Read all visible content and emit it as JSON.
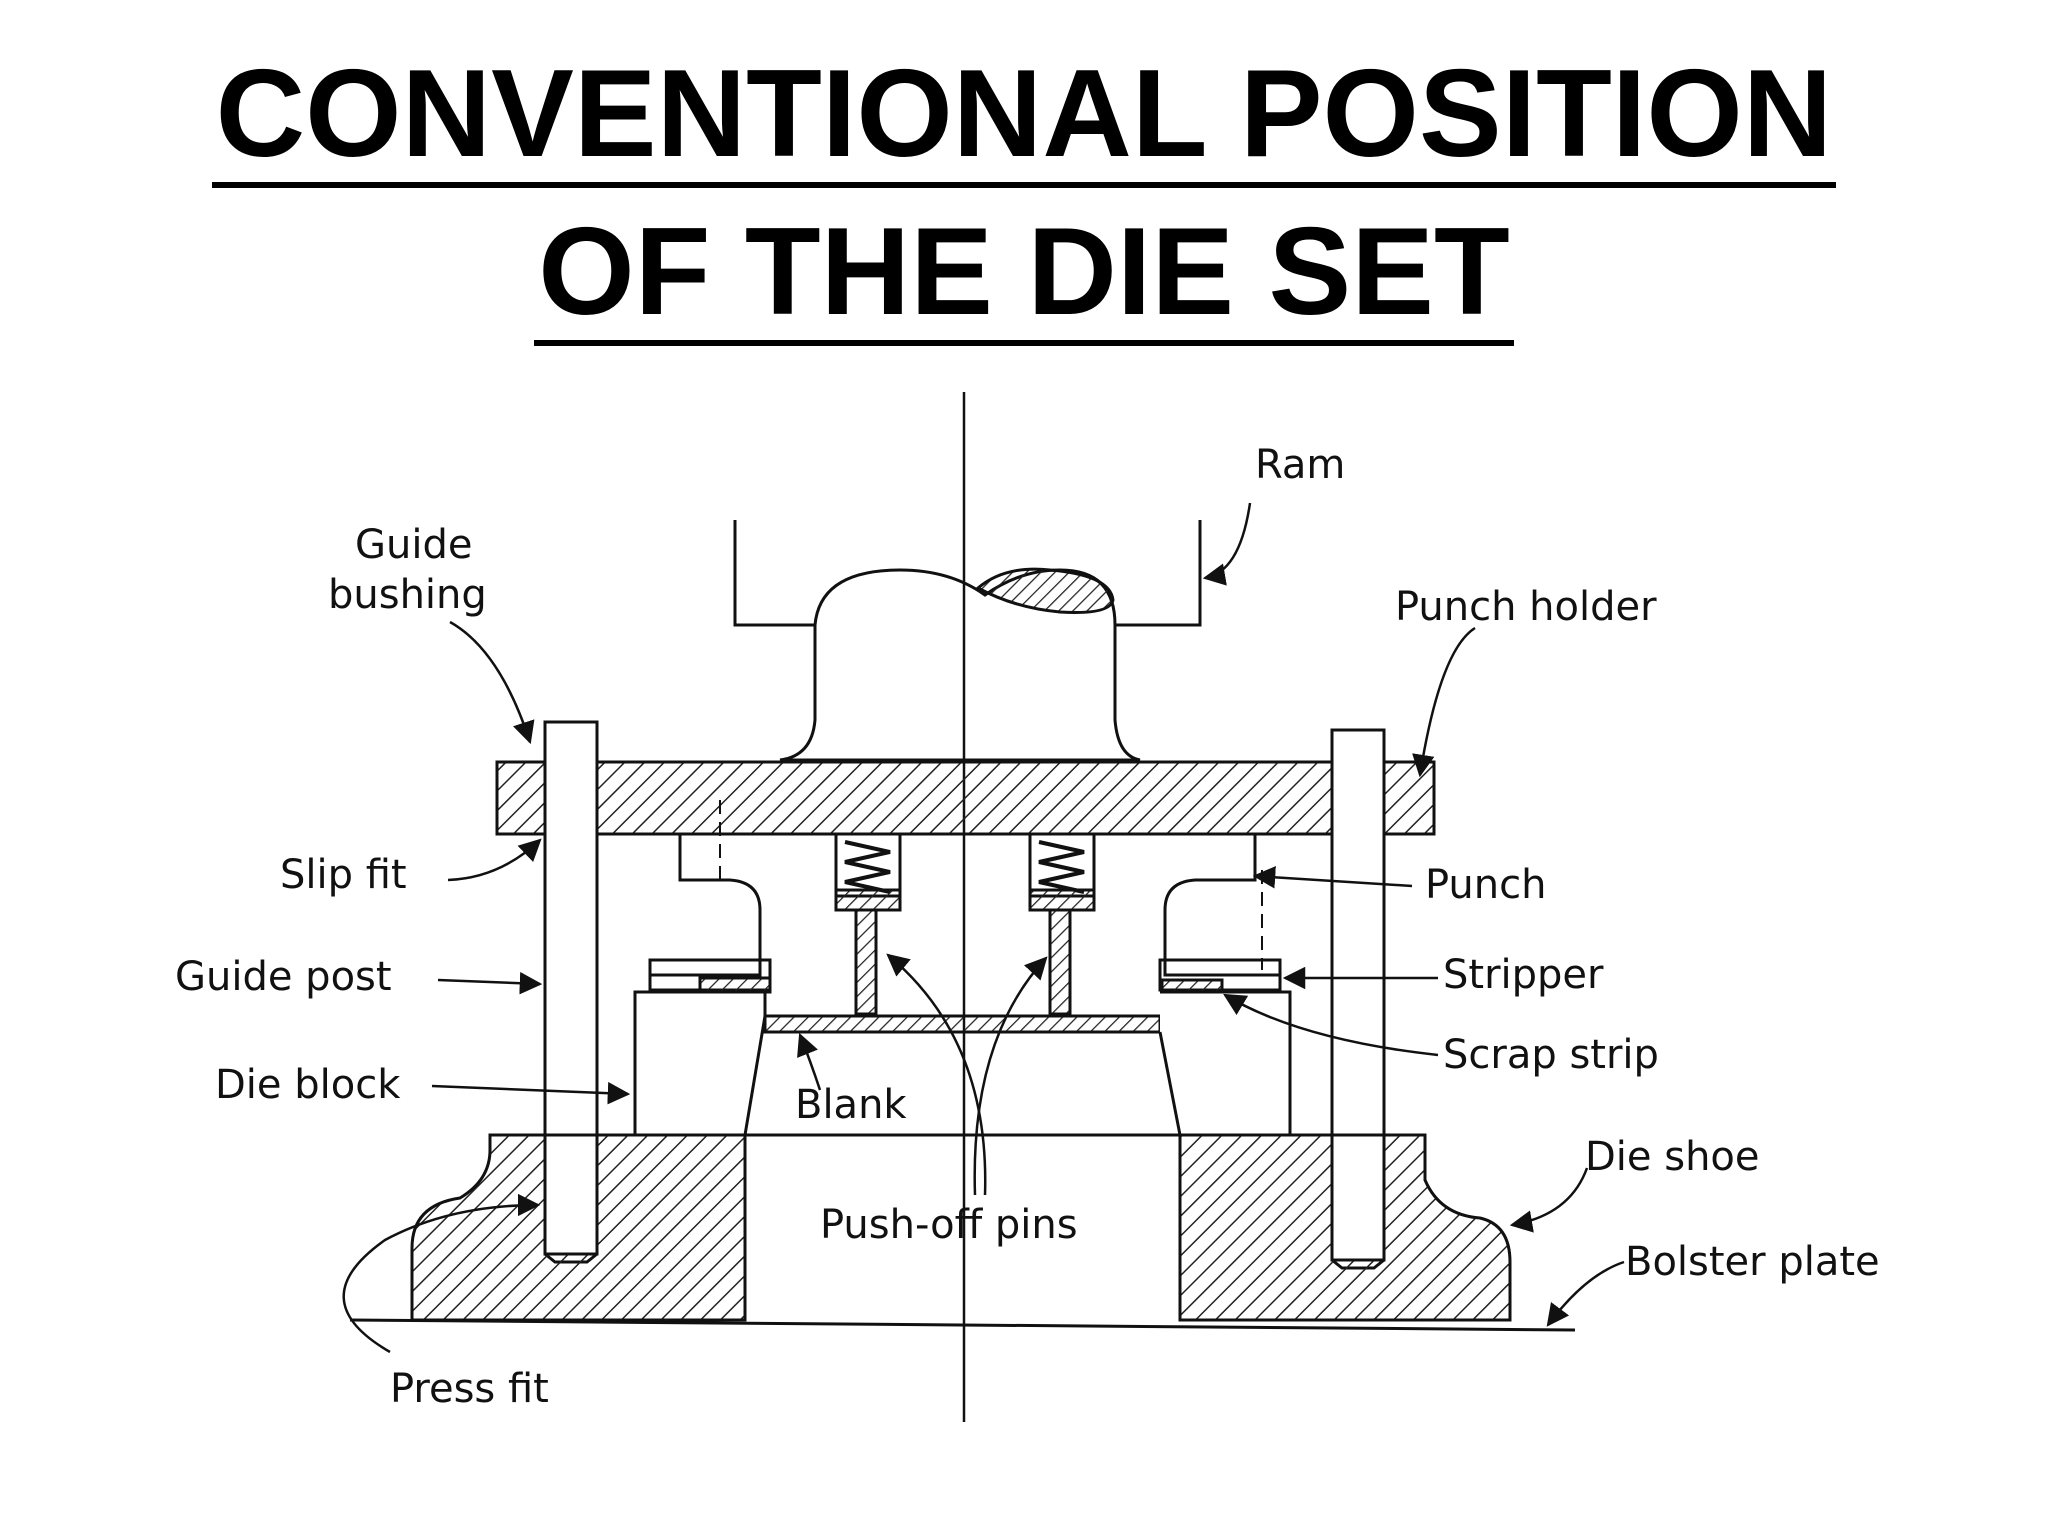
{
  "title": {
    "line1": "CONVENTIONAL POSITION",
    "line2": "OF THE DIE SET"
  },
  "labels": {
    "ram": "Ram",
    "guide_bushing_1": "Guide",
    "guide_bushing_2": "bushing",
    "punch_holder": "Punch holder",
    "slip_fit": "Slip fit",
    "punch": "Punch",
    "guide_post": "Guide post",
    "stripper": "Stripper",
    "scrap_strip": "Scrap strip",
    "die_block": "Die block",
    "blank": "Blank",
    "die_shoe": "Die shoe",
    "push_off_pins": "Push-off pins",
    "bolster_plate": "Bolster plate",
    "press_fit": "Press fit"
  }
}
